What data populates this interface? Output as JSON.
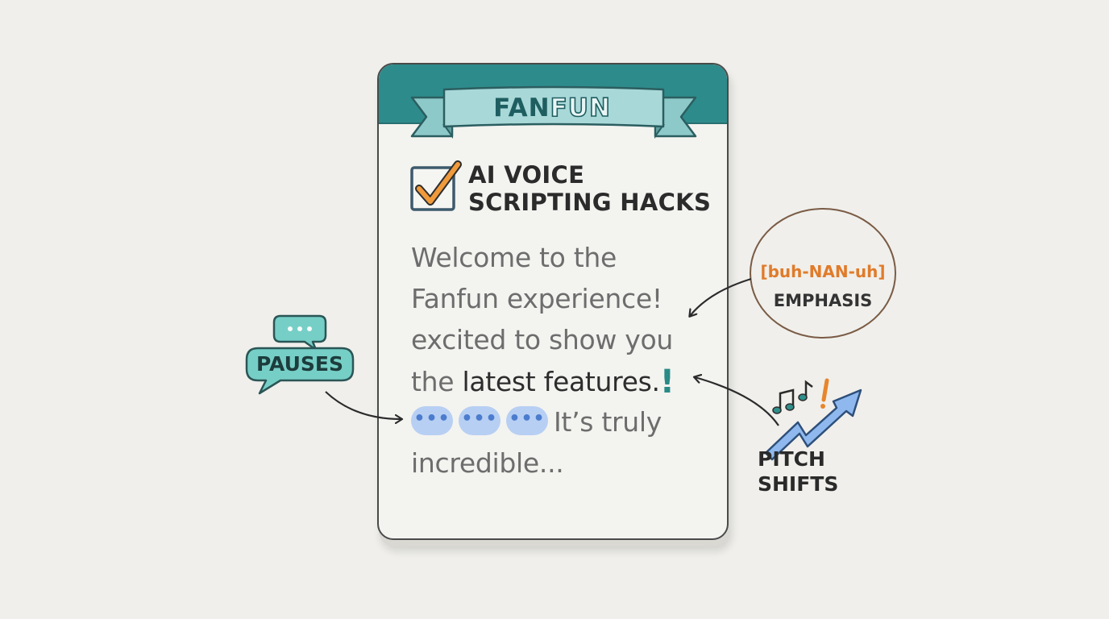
{
  "card": {
    "brand_solid": "FAN",
    "brand_outline": "FUN",
    "heading_line1": "AI VOICE",
    "heading_line2": "SCRIPTING HACKS",
    "body": {
      "line1": "Welcome to the",
      "line2": "Fanfun experience!",
      "line3": "excited to show you",
      "line4_plain": "the",
      "line4_strong": "latest features.",
      "line4_mark": "!",
      "pause_glyph": "•••",
      "line5_tail": "It’s truly",
      "line6": "incredible..."
    }
  },
  "callouts": {
    "pauses": "PAUSES",
    "emphasis_phonetic": "[buh-NAN-uh]",
    "emphasis": "EMPHASIS",
    "pitch_line1": "PITCH",
    "pitch_line2": "SHIFTS"
  },
  "colors": {
    "header_teal": "#2e8b8b",
    "banner_fill": "#a9d8d8",
    "check_orange": "#f09a3c",
    "phonetic_orange": "#e07b2a",
    "pause_pill": "#b7cff3",
    "pitch_arrow": "#6fa3e3",
    "speech_bubble": "#76cfc6"
  },
  "icons": {
    "checkbox": "checked-box-icon",
    "speech": "speech-bubble-icon",
    "music": "music-notes-icon",
    "trend": "trend-up-arrow-icon"
  }
}
